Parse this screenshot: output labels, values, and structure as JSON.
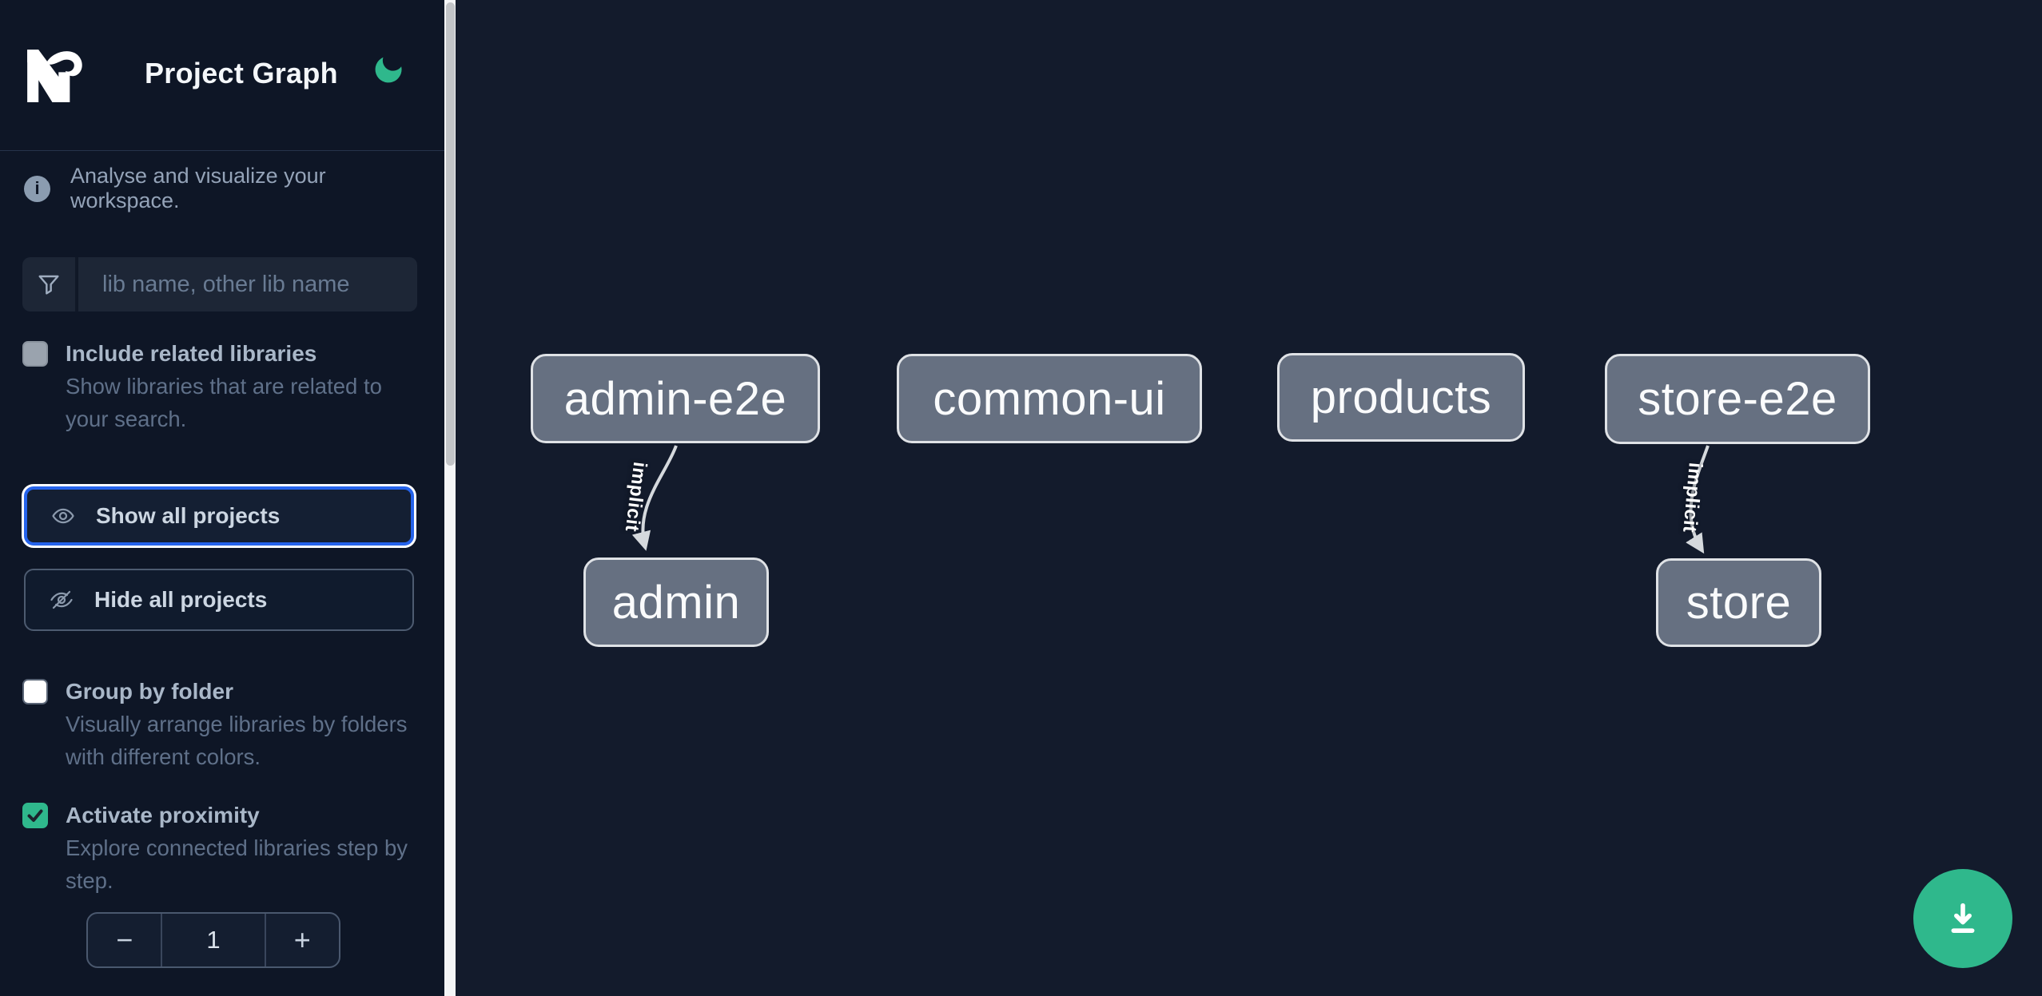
{
  "header": {
    "logo": "nx-logo",
    "title": "Project Graph",
    "theme_toggle_icon": "moon-icon"
  },
  "sidebar": {
    "tagline": "Analyse and visualize your workspace.",
    "search": {
      "icon": "funnel-icon",
      "placeholder": "lib name, other lib name",
      "value": ""
    },
    "include_related": {
      "label": "Include related libraries",
      "description": "Show libraries that are related to your search.",
      "checked": false,
      "disabled": true
    },
    "show_all": {
      "label": "Show all projects",
      "icon": "eye-icon",
      "focused": true
    },
    "hide_all": {
      "label": "Hide all projects",
      "icon": "eye-off-icon"
    },
    "group_by_folder": {
      "label": "Group by folder",
      "description": "Visually arrange libraries by folders with different colors.",
      "checked": false
    },
    "activate_proximity": {
      "label": "Activate proximity",
      "description": "Explore connected libraries step by step.",
      "checked": true
    },
    "proximity_stepper": {
      "decrement": "−",
      "value": "1",
      "increment": "+"
    }
  },
  "graph": {
    "nodes": [
      {
        "id": "admin-e2e",
        "label": "admin-e2e"
      },
      {
        "id": "common-ui",
        "label": "common-ui"
      },
      {
        "id": "products",
        "label": "products"
      },
      {
        "id": "store-e2e",
        "label": "store-e2e"
      },
      {
        "id": "admin",
        "label": "admin"
      },
      {
        "id": "store",
        "label": "store"
      }
    ],
    "edges": [
      {
        "source": "admin-e2e",
        "target": "admin",
        "label": "implicit"
      },
      {
        "source": "store-e2e",
        "target": "store",
        "label": "implicit"
      }
    ]
  },
  "fab": {
    "icon": "download-icon"
  },
  "colors": {
    "sidebar_bg": "#0e1626",
    "canvas_bg": "#131b2c",
    "accent_green": "#2fb88c",
    "focus_blue": "#2563eb",
    "node_fill": "#667081",
    "node_border": "#dfe2e6",
    "edge": "#d5d9dd"
  }
}
